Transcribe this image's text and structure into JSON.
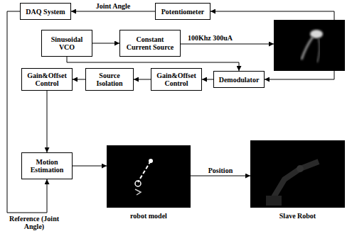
{
  "diagram": {
    "nodes": [
      {
        "text": [
          "DAQ System"
        ]
      },
      {
        "text": [
          "Potentiometer"
        ]
      },
      {
        "text": [
          "Sinusoidal VCO"
        ]
      },
      {
        "text": [
          "Constant Current Source"
        ]
      },
      {
        "text": [
          "Gain&Offset Control"
        ]
      },
      {
        "text": [
          "Source Isolation"
        ]
      },
      {
        "text": [
          "Gain&Offset Control"
        ]
      },
      {
        "text": [
          "Demodulator"
        ]
      },
      {
        "text": [
          "Motion Estimation"
        ]
      },
      {
        "text": [
          "robot model"
        ]
      },
      {
        "text": [
          "Slave Robot"
        ]
      }
    ],
    "edges": [
      {
        "from": 1,
        "to": 0,
        "label": "Joint Angle",
        "arrow": "to"
      },
      {
        "from": 2,
        "to": 3,
        "arrow": "to"
      },
      {
        "from": 2,
        "to": 7,
        "arrow": "to"
      },
      {
        "from": 7,
        "to": 6,
        "arrow": "to"
      },
      {
        "from": 6,
        "to": 5,
        "arrow": "to"
      },
      {
        "from": 5,
        "to": 4,
        "arrow": "to"
      },
      {
        "from": 4,
        "to": 8,
        "arrow": "to"
      },
      {
        "from": 0,
        "to": 8,
        "label": "Reference (Joint Angle)",
        "arrow": "to"
      },
      {
        "from": 8,
        "to": 9,
        "arrow": "to"
      },
      {
        "from": 9,
        "to": 10,
        "label": "Position",
        "arrow": "to"
      }
    ],
    "labels": [
      "100Khz 300uA"
    ]
  }
}
